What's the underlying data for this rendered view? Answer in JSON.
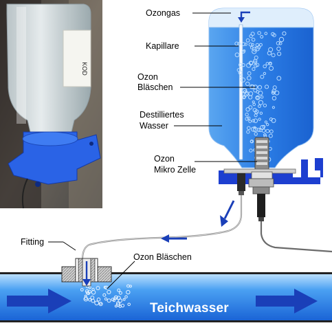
{
  "labels": {
    "ozongas": "Ozongas",
    "kapillare": "Kapillare",
    "ozon_blaeschen_line1": "Ozon",
    "ozon_blaeschen_line2": "Bläschen",
    "wasser_line1": "Destilliertes",
    "wasser_line2": "Wasser",
    "zelle_line1": "Ozon",
    "zelle_line2": "Mikro Zelle",
    "fitting": "Fitting",
    "pipe_blaeschen": "Ozon Bläschen",
    "teichwasser": "Teichwasser",
    "bottle_tag": "KOD"
  },
  "colors": {
    "water": "#2f7fe0",
    "water_dark": "#1560c8",
    "bracket": "#1d3fd0",
    "arrow": "#1a3fb8",
    "bubble": "#b9dcff"
  }
}
